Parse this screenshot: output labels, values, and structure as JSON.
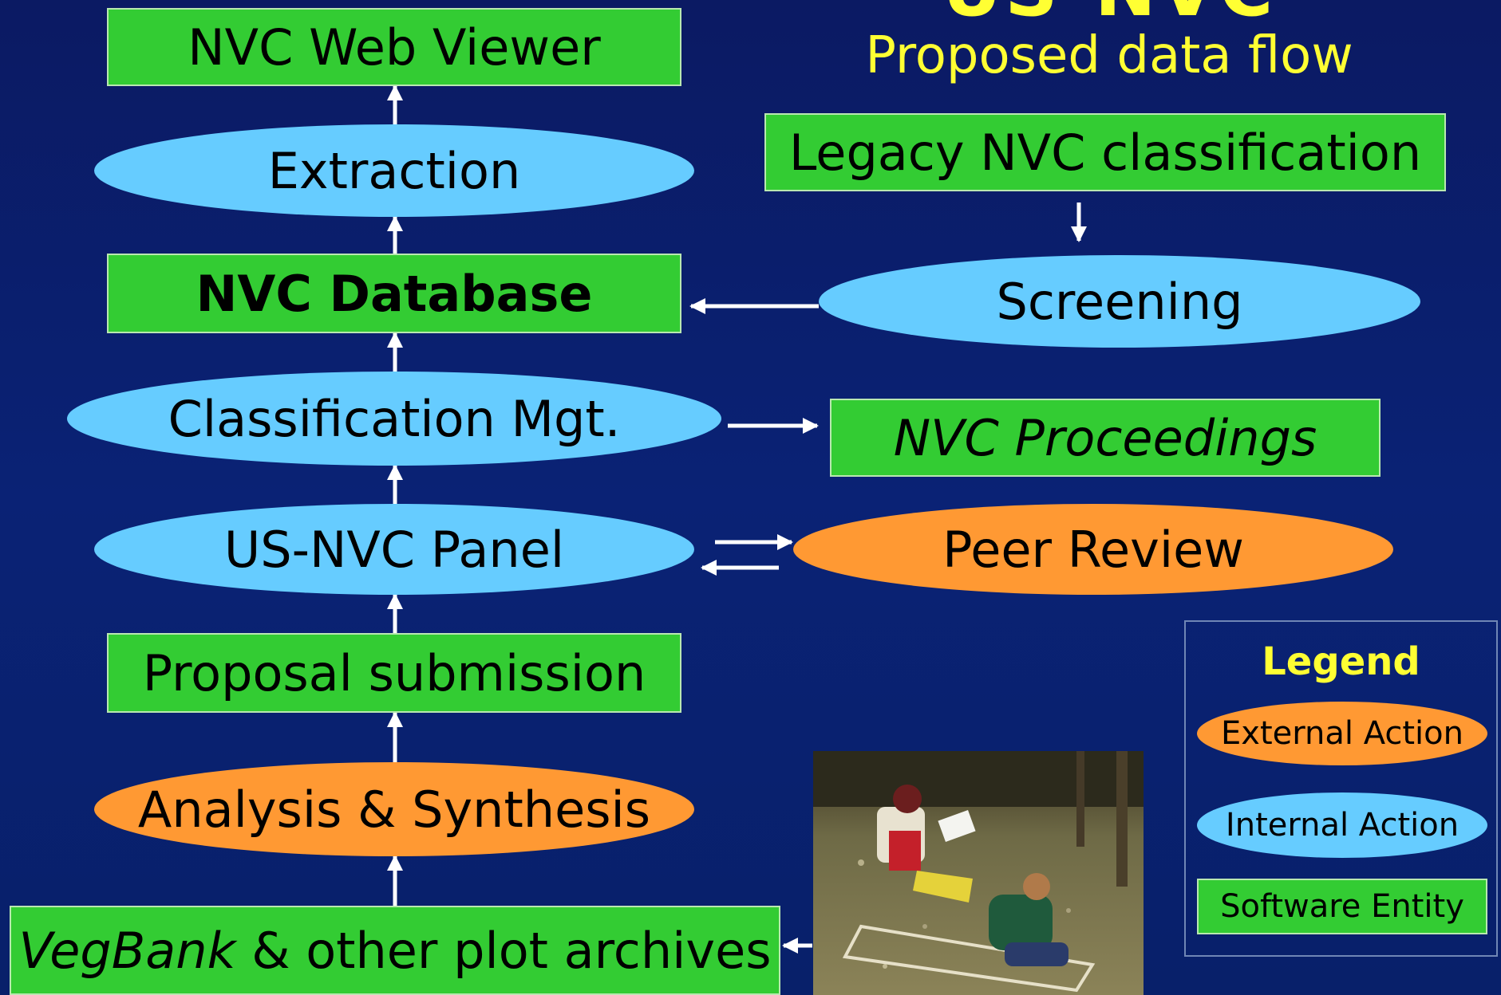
{
  "header": {
    "title_partial": "US-NVC",
    "subtitle": "Proposed data flow"
  },
  "left_column": {
    "web_viewer": "NVC Web Viewer",
    "extraction": "Extraction",
    "database": "NVC Database",
    "classification_mgt": "Classification Mgt.",
    "panel": "US-NVC Panel",
    "proposal": "Proposal submission",
    "analysis": "Analysis & Synthesis",
    "vegbank_italic": "VegBank",
    "vegbank_rest": " & other plot archives"
  },
  "right_column": {
    "legacy": "Legacy NVC classification",
    "screening": "Screening",
    "proceedings": "NVC Proceedings",
    "peer_review": "Peer Review"
  },
  "legend": {
    "title": "Legend",
    "external": "External Action",
    "internal": "Internal Action",
    "software": "Software Entity"
  },
  "colors": {
    "software_entity": "#33cc33",
    "internal_action": "#66ccff",
    "external_action": "#ff9933",
    "title_yellow": "#ffff33",
    "background": "#0a2275"
  },
  "photo": {
    "description_icon": "field-survey-photo"
  }
}
